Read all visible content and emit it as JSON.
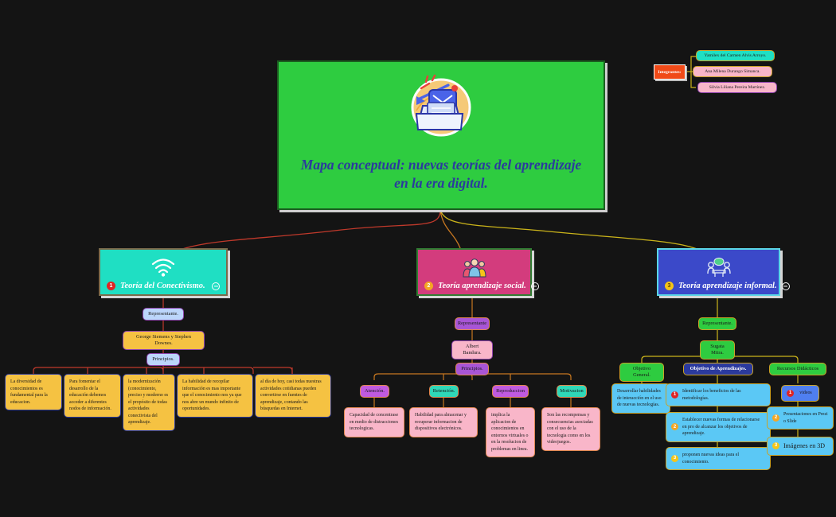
{
  "center": {
    "title": "Mapa conceptual: nuevas teorías del aprendizaje en la era digital.",
    "icon": "folder-mail-icon",
    "bg": "#2ecc40",
    "text_color": "#2b3a9e"
  },
  "integrantes": {
    "label": "Integrantes:",
    "members": [
      {
        "name": "Yamilex del Carmen Alvis Arroyo.",
        "bg": "#1fdfc3",
        "border": "#c9a227"
      },
      {
        "name": "Ana Milena Durango Simanca.",
        "bg": "#f9b6c9",
        "border": "#c9a227"
      },
      {
        "name": "Silvia Liliana Pereira Martínez.",
        "bg": "#f9b6c9",
        "border": "#8e44ad"
      }
    ]
  },
  "branches": [
    {
      "number": "1",
      "number_bg": "#e02424",
      "label": "Teoría  del Conectivismo.",
      "icon": "wifi-icon",
      "bg": "#1fdfc3",
      "link_color": "#c0392b",
      "representante_label": "Representante.",
      "representante_name": "George Siemens y Stephen Downes.",
      "principios_label": "Principios.",
      "sub_style": {
        "pill_bg": "#bcd6fb",
        "pill_border": "#8e44ad",
        "pill_text": "#1a1a1a",
        "name_bg": "#f5c242",
        "name_border": "#8e44ad",
        "box_bg": "#f5c242",
        "box_border": "#2b3a9e",
        "line": "#c0392b"
      },
      "items": [
        {
          "text": "La diversidad de conocimientos es fundamental para la educacion."
        },
        {
          "text": "Para fomentar el desarrollo de la educación debemos acceder a diferentes nodos de información."
        },
        {
          "text": "la modernización (conocimiento, preciso y moderno es el propósito de todas  actividades conectivista del aprendizaje."
        },
        {
          "text": "La habilidad de recopilar información es mas importante que el conocimiento nos ya que nos abre un mundo infinito de oportunidades."
        },
        {
          "text": "al día de hoy, casi todas nuestras actividades cotidianas pueden convertirse en fuentes de aprendizaje, contando las búsquedas en Internet."
        }
      ]
    },
    {
      "number": "2",
      "number_bg": "#f5a623",
      "label": "Teoría aprendizaje social.",
      "icon": "people-group-icon",
      "bg": "#d33c7d",
      "link_color": "#c87820",
      "representante_label": "Representante",
      "representante_name": "Albert Bandura.",
      "principios_label": "Principios.",
      "sub_style": {
        "pill_bg": "#a855d6",
        "pill_border": "#e0874f",
        "pill_text": "#1a1a1a",
        "name_bg": "#f9b6c9",
        "name_border": "#8e44ad",
        "box_bg": "#f9b6c9",
        "box_border": "#e0874f",
        "line": "#c87820"
      },
      "principles": [
        {
          "name": "Atención.",
          "bg": "#c05ae0",
          "text": "Capacidad de concentrase en medio de distracciones tecnologicas."
        },
        {
          "name": "Retención.",
          "bg": "#2fd8b8",
          "text": "Habilidad para almacenar y recuperar informacion de dispositivos electrónicos."
        },
        {
          "name": "Reproduccion",
          "bg": "#c05ae0",
          "text": "implica la aplicacion de conocimientos en entornos virtuales o en la resolucion de problemas en linea."
        },
        {
          "name": "Motivacion",
          "bg": "#2fd8b8",
          "text": "Son las recompensas y consecuencias asociadas con el uso de la tecnologia como en los videojuegos."
        }
      ]
    },
    {
      "number": "3",
      "number_bg": "#f5c518",
      "label": "Teoría aprendizaje informal.",
      "icon": "people-table-icon",
      "bg": "#3b49c9",
      "link_color": "#cbb41a",
      "representante_label": "Representante.",
      "representante_name": "Sugata Mitra.",
      "sub_style": {
        "pill_bg": "#2ecc40",
        "pill_border": "#c9a227",
        "pill_text": "#1a1a1a",
        "box_bg": "#5bc8f5",
        "box_border": "#c9a227",
        "line": "#cbb41a"
      },
      "columns": [
        {
          "heading": "Objetivo General.",
          "heading_bg": "#2ecc40",
          "heading_color": "#1a1a1a",
          "items": [
            {
              "text": "Desarrollar habilidades de interacción en el uso de nuevas tecnologías."
            }
          ]
        },
        {
          "heading": "Objetivo de Aprendizajes.",
          "heading_bg": "#2b3a9e",
          "heading_color": "#ffffff",
          "items": [
            {
              "num": "1",
              "num_bg": "#e02424",
              "text": "Identificar los beneficios de las metodologías."
            },
            {
              "num": "2",
              "num_bg": "#f5a623",
              "text": "Establecer nuevas formas de relacionarse en pro de alcanzar los objetivos de aprendizaje."
            },
            {
              "num": "3",
              "num_bg": "#f5c518",
              "text": "proponen nuevas ideas para el conocimiento."
            }
          ]
        },
        {
          "heading": "Recursos Didácticos",
          "heading_bg": "#2ecc40",
          "heading_color": "#1a1a1a",
          "items": [
            {
              "num": "1",
              "num_bg": "#e02424",
              "text": "videos",
              "bg": "#4f7ff0",
              "big": false
            },
            {
              "num": "2",
              "num_bg": "#f5a623",
              "text": "Presentaciones en Prezi o Slide",
              "bg": "#5bc8f5",
              "big": false
            },
            {
              "num": "3",
              "num_bg": "#f5c518",
              "text": "Imágenes en 3D",
              "bg": "#5bc8f5",
              "big": true
            }
          ]
        }
      ]
    }
  ]
}
